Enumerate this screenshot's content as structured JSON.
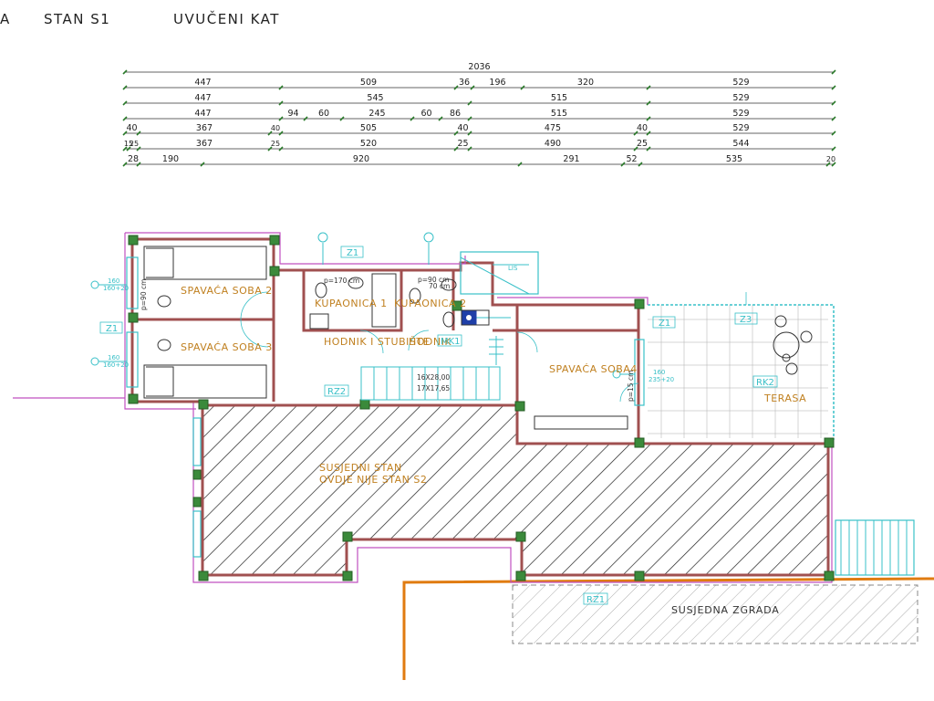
{
  "header": {
    "prefix": "A",
    "unit": "STAN S1",
    "floor": "UVUČENI KAT"
  },
  "dimensions": {
    "rows": [
      [
        "2036"
      ],
      [
        "447",
        "509",
        "36",
        "196",
        "320",
        "529"
      ],
      [
        "447",
        "545",
        "515",
        "529"
      ],
      [
        "447",
        "94",
        "60",
        "245",
        "60",
        "86",
        "515",
        "529"
      ],
      [
        "40",
        "367",
        "40",
        "505",
        "40",
        "475",
        "40",
        "529"
      ],
      [
        "15",
        "25",
        "367",
        "25",
        "520",
        "25",
        "490",
        "25",
        "544"
      ],
      [
        "28",
        "190",
        "920",
        "291",
        "52",
        "535",
        "20"
      ]
    ]
  },
  "rooms": {
    "bedroom2": "SPAVAĆA SOBA 2",
    "bedroom3": "SPAVAĆA SOBA 3",
    "bathroom1": "KUPAONICA 1",
    "bathroom2": "KUPAONICA 2",
    "hall": "HODNIK I STUBIŠTE",
    "hall_suffix": "HODNIK",
    "bedroom4": "SPAVAĆA SOBA4",
    "terrace": "TERASA",
    "neighbor_apt_1": "SUSJEDNI STAN",
    "neighbor_apt_2": "OVDJE NIJE STAN S2",
    "neighbor_building": "SUSJEDNA ZGRADA"
  },
  "tags": {
    "z1_top": "Z1",
    "z1_left": "Z1",
    "z1_right": "Z1",
    "z3": "Z3",
    "mk1": "MK1",
    "rz2": "RZ2",
    "rk2": "RK2",
    "rz1": "RZ1"
  },
  "notes": {
    "stair_1": "16X28,00",
    "stair_2": "17X17,65",
    "win_w1_a": "160",
    "win_w1_b": "160+20",
    "win_w2_a": "160",
    "win_w2_b": "160+20",
    "win_b4_a": "160",
    "win_b4_b": "235+20",
    "door_b2": "p=90 cm",
    "door_b4": "p=15 cm",
    "door_bath1": "p=170 cm",
    "door_bath2_a": "p=90 cm",
    "door_bath2_b": "70 cm",
    "lift": "LIS"
  }
}
